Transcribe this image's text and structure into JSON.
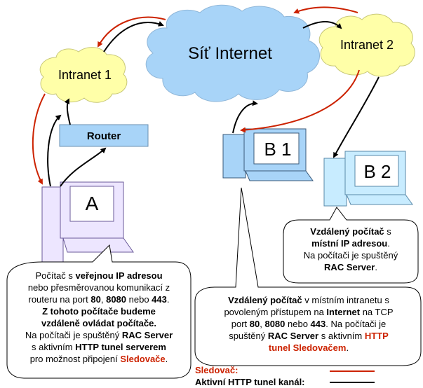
{
  "nodes": {
    "internet": "Síť Internet",
    "intranet1": "Intranet 1",
    "intranet2": "Intranet 2",
    "router": "Router",
    "computer_a": "A",
    "computer_b1": "B 1",
    "computer_b2": "B 2"
  },
  "callout_a": {
    "l1a": "Počítač s ",
    "l1b": "veřejnou IP adresou",
    "l2": "nebo přesměrovanou komunikací z",
    "l3a": "routeru na port ",
    "l3b": "80",
    "l3c": ", ",
    "l3d": "8080",
    "l3e": " nebo ",
    "l3f": "443",
    "l3g": ".",
    "l4": "Z tohoto počítače budeme",
    "l5": "vzdáleně ovládat počítače.",
    "l6a": "Na počítači je spuštěný ",
    "l6b": "RAC Server",
    "l7a": "s aktivním ",
    "l7b": "HTTP tunel serverem",
    "l8a": "pro možnost připojení ",
    "l8b": "Sledovače",
    "l8c": "."
  },
  "callout_b1": {
    "l1a": "Vzdálený počítač",
    "l1b": " v místním intranetu s",
    "l2a": "povoleným přístupem na ",
    "l2b": "Internet",
    "l2c": " na TCP",
    "l3a": "port ",
    "l3b": "80",
    "l3c": ",  ",
    "l3d": "8080",
    "l3e": " nebo ",
    "l3f": "443",
    "l3g": ". Na počítači je",
    "l4a": "spuštěný ",
    "l4b": "RAC Server",
    "l4c": " s aktivním ",
    "l4d": "HTTP",
    "l5a": "tunel Sledovačem",
    "l5b": "."
  },
  "callout_b2": {
    "l1a": "Vzdálený počítač",
    "l1b": " s",
    "l2a": "místní IP adresou",
    "l2b": ".",
    "l3": "Na počítači je spuštěný",
    "l4a": "RAC Server",
    "l4b": "."
  },
  "legend": {
    "tracker": "Sledovač:",
    "tunnel": "Aktivní HTTP tunel kanál:",
    "tracker_color": "#cc2200",
    "tunnel_color": "#000000"
  }
}
